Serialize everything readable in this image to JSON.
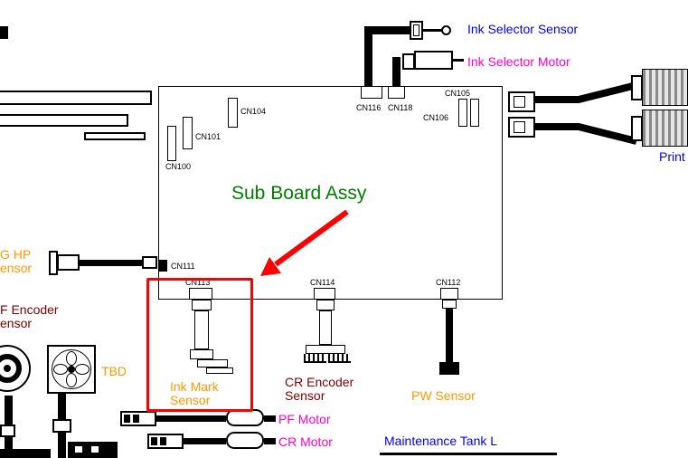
{
  "colors": {
    "blue": "#0000ff",
    "magenta": "#ff00cc",
    "green": "#008000",
    "orange": "#ff9900",
    "dark_red": "#800000",
    "red": "#ff0000"
  },
  "board": {
    "title": "Sub Board Assy"
  },
  "connectors": {
    "cn100": "CN100",
    "cn101": "CN101",
    "cn104": "CN104",
    "cn105": "CN105",
    "cn106": "CN106",
    "cn111": "CN111",
    "cn112": "CN112",
    "cn113": "CN113",
    "cn114": "CN114",
    "cn116": "CN116",
    "cn118": "CN118"
  },
  "labels": {
    "ink_selector_sensor": "Ink Selector Sensor",
    "ink_selector_motor": "Ink Selector Motor",
    "print": "Print",
    "cg_hp_line1": "G HP",
    "cg_hp_line2": "ensor",
    "pf_encoder_line1": "F Encoder",
    "pf_encoder_line2": "ensor",
    "tbd": "TBD",
    "ink_mark_line1": "Ink Mark",
    "ink_mark_line2": "Sensor",
    "cr_encoder_line1": "CR Encoder",
    "cr_encoder_line2": "Sensor",
    "pw_sensor": "PW Sensor",
    "pf_motor": "PF Motor",
    "cr_motor": "CR Motor",
    "maintenance_tank_l": "Maintenance Tank L"
  }
}
